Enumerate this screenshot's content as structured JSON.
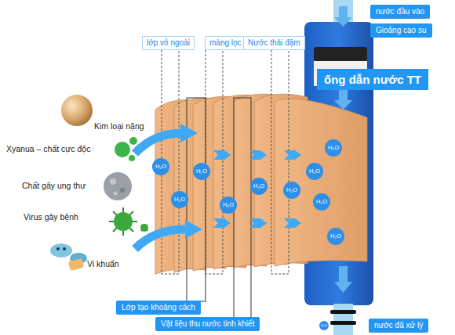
{
  "diagram": {
    "nodes": [
      {
        "text": [
          "lớp vỏ ngoài"
        ]
      },
      {
        "text": [
          "màng lọc"
        ]
      },
      {
        "text": [
          "Nước thải đậm"
        ]
      },
      {
        "text": [
          "nước đầu vào"
        ]
      },
      {
        "text": [
          "Gioăng cao su"
        ]
      },
      {
        "text": [
          "ống dẫn nước TT"
        ]
      },
      {
        "text": [
          "H₂O"
        ]
      },
      {
        "text": [
          "H₂O"
        ]
      },
      {
        "text": [
          "H₂O"
        ]
      },
      {
        "text": [
          "H₂O"
        ]
      },
      {
        "text": [
          "H₂O"
        ]
      },
      {
        "text": [
          "H₂O"
        ]
      },
      {
        "text": [
          "H₂O"
        ]
      },
      {
        "text": [
          "H₂O"
        ]
      },
      {
        "text": [
          "H₂O"
        ]
      },
      {
        "text": [
          "H₂O"
        ]
      },
      {
        "text": [
          "Lớp tạo khoảng cách"
        ]
      },
      {
        "text": [
          "Vật liệu thu nước tinh khiết"
        ]
      },
      {
        "text": [
          "H₂O"
        ]
      },
      {
        "text": [
          "nước đã xử lý"
        ]
      }
    ],
    "labels": [
      "Kim loại nặng",
      "Xyanua – chất cực độc",
      "Chất gây ung thư",
      "Virus gây bệnh",
      "Vi khuẩn"
    ]
  }
}
